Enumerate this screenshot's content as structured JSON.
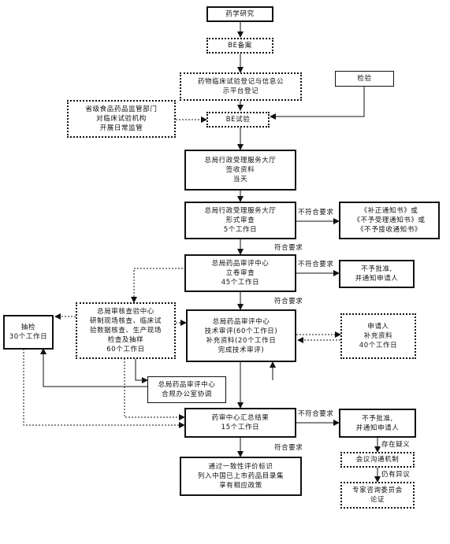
{
  "nodes": {
    "pharma_research": {
      "lines": [
        "药学研究"
      ]
    },
    "be_filing": {
      "lines": [
        "BE备案"
      ]
    },
    "trial_registration": {
      "lines": [
        "药物临床试验登记与信息公",
        "示平台登记"
      ]
    },
    "inspection": {
      "lines": [
        "检验"
      ]
    },
    "provincial_supervision": {
      "lines": [
        "省级食品药品监管部门",
        "对临床试验机构",
        "开展日常监管"
      ]
    },
    "be_trial": {
      "lines": [
        "BE试验"
      ]
    },
    "receive_materials": {
      "lines": [
        "总局行政受理服务大厅",
        "签收资料",
        "当天"
      ]
    },
    "formal_review": {
      "lines": [
        "总局行政受理服务大厅",
        "形式审查",
        "5个工作日"
      ]
    },
    "supplement_notice": {
      "lines": [
        "《补正通知书》或",
        "《不予受理通知书》或",
        "《不予接收通知书》"
      ]
    },
    "case_review": {
      "lines": [
        "总局药品审评中心",
        "立卷审查",
        "45个工作日"
      ]
    },
    "reject_notify_1": {
      "lines": [
        "不予批准,",
        "并通知申请人"
      ]
    },
    "inspection_center": {
      "lines": [
        "总局审核查验中心",
        "研制现场核查、临床试",
        "验数据核查、生产现场",
        "检查及抽样",
        "60个工作日"
      ]
    },
    "sampling": {
      "lines": [
        "抽检",
        "30个工作日"
      ]
    },
    "technical_review": {
      "lines": [
        "总局药品审评中心",
        "技术审评(60个工作日)",
        "补充资料(20个工作日",
        "完成技术审评)"
      ]
    },
    "applicant_supplement": {
      "lines": [
        "申请人",
        "补充资料",
        "40个工作日"
      ]
    },
    "coordination": {
      "lines": [
        "总局药品审评中心",
        "合规办公室协调"
      ]
    },
    "summary": {
      "lines": [
        "药审中心汇总结果",
        "15个工作日"
      ]
    },
    "reject_notify_2": {
      "lines": [
        "不予批准,",
        "并通知申请人"
      ]
    },
    "result_listing": {
      "lines": [
        "通过一致性评价标识",
        "列入中国已上市药品目录集",
        "享有相应政策"
      ]
    },
    "meeting": {
      "lines": [
        "会议沟通机制"
      ]
    },
    "expert_committee": {
      "lines": [
        "专家咨询委员会",
        "论证"
      ]
    }
  },
  "edge_labels": {
    "not_meet_1": "不符合要求",
    "meet_1": "符合要求",
    "not_meet_2": "不符合要求",
    "meet_2": "符合要求",
    "not_meet_3": "不符合要求",
    "meet_3": "符合要求",
    "dispute": "存在疑义",
    "objection": "仍有异议"
  }
}
